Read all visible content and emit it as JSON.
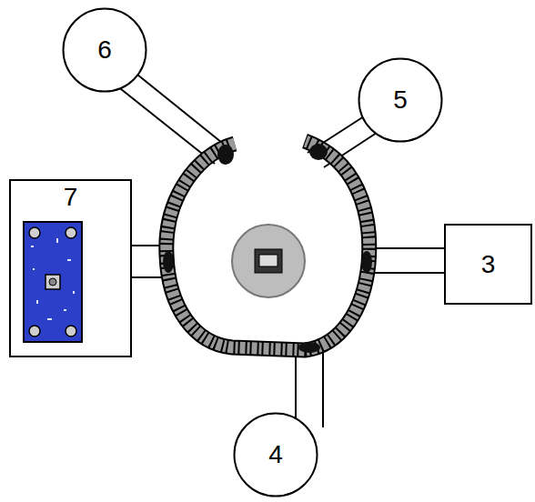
{
  "diagram": {
    "nodes": [
      {
        "text": [
          "6"
        ]
      },
      {
        "text": [
          "5"
        ]
      },
      {
        "text": [
          "7"
        ]
      },
      {
        "text": [
          "3"
        ]
      },
      {
        "text": [
          "4"
        ]
      }
    ]
  }
}
